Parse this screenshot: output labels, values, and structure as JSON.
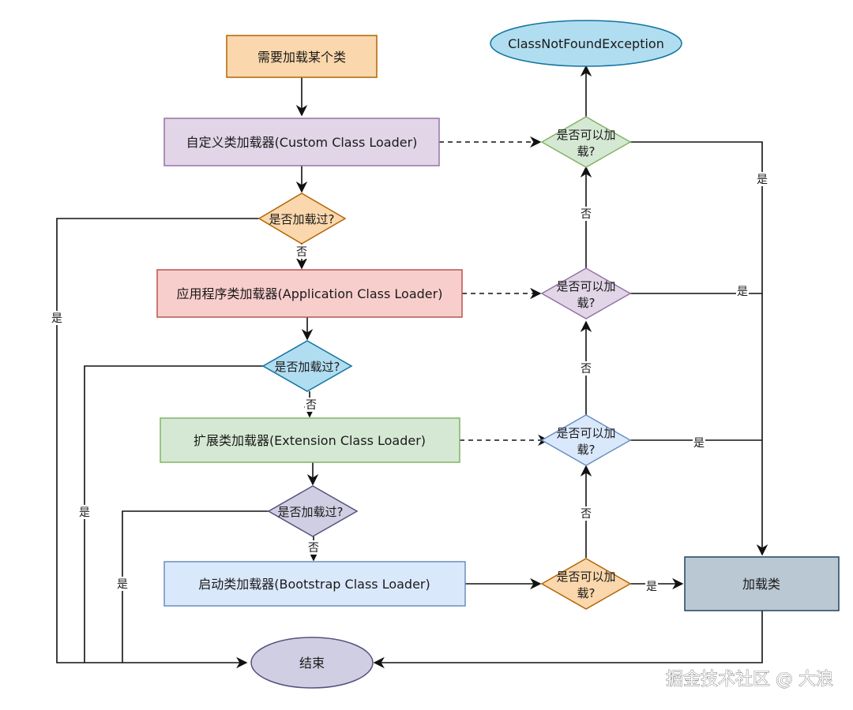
{
  "diagram": {
    "title": "Java 类加载 双亲委派流程",
    "nodes": {
      "start": {
        "label": "需要加载某个类",
        "fill": "#fad7ac",
        "stroke": "#b46504"
      },
      "custom_loader": {
        "label": "自定义类加载器(Custom Class Loader)",
        "fill": "#e1d5e7",
        "stroke": "#9673a6"
      },
      "check_custom": {
        "label": "是否加载过?",
        "fill": "#fad7ac",
        "stroke": "#b46504"
      },
      "app_loader": {
        "label": "应用程序类加载器(Application Class Loader)",
        "fill": "#f8cecc",
        "stroke": "#b85450"
      },
      "check_app": {
        "label": "是否加载过?",
        "fill": "#b1ddf0",
        "stroke": "#10739e"
      },
      "ext_loader": {
        "label": "扩展类加载器(Extension Class Loader)",
        "fill": "#d5e8d4",
        "stroke": "#82b366"
      },
      "check_ext": {
        "label": "是否加载过?",
        "fill": "#d0cee2",
        "stroke": "#56517e"
      },
      "boot_loader": {
        "label": "启动类加载器(Bootstrap Class Loader)",
        "fill": "#dae8fc",
        "stroke": "#6c8ebf"
      },
      "can_load_boot": {
        "line1": "是否可以加",
        "line2": "载?",
        "fill": "#fad7ac",
        "stroke": "#b46504"
      },
      "can_load_ext": {
        "line1": "是否可以加",
        "line2": "载?",
        "fill": "#dae8fc",
        "stroke": "#6c8ebf"
      },
      "can_load_app": {
        "line1": "是否可以加",
        "line2": "载?",
        "fill": "#e1d5e7",
        "stroke": "#9673a6"
      },
      "can_load_custom": {
        "line1": "是否可以加",
        "line2": "载?",
        "fill": "#d5e8d4",
        "stroke": "#82b366"
      },
      "exception": {
        "label": "ClassNotFoundException",
        "fill": "#b1ddf0",
        "stroke": "#10739e"
      },
      "load_class": {
        "label": "加载类",
        "fill": "#bac8d3",
        "stroke": "#23445d"
      },
      "end": {
        "label": "结束",
        "fill": "#d0cee2",
        "stroke": "#56517e"
      }
    },
    "edge_labels": {
      "yes": "是",
      "no": "否"
    }
  },
  "watermark": "掘金技术社区 @ 大浪"
}
